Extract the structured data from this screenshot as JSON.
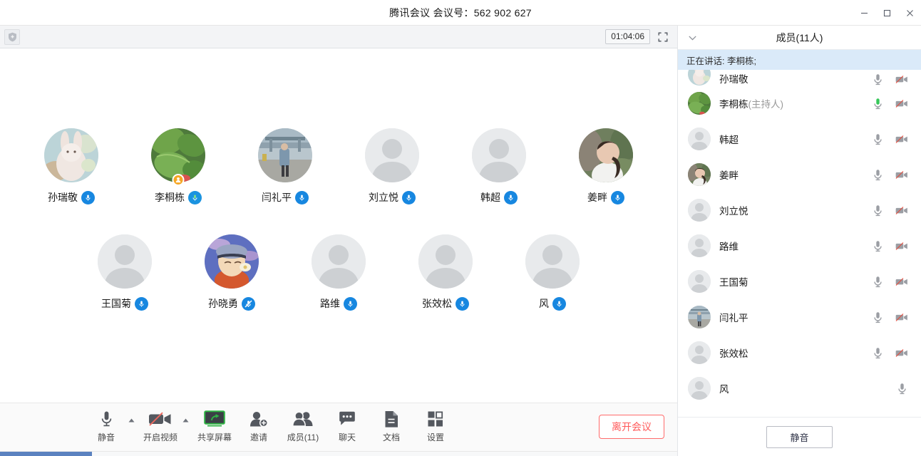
{
  "window": {
    "title": "腾讯会议 会议号：562 902 627",
    "minimize_label": "最小化",
    "maximize_label": "最大化",
    "close_label": "关闭"
  },
  "topbar": {
    "shield_icon": "shield-plus-icon",
    "timer": "01:04:06",
    "fullscreen_icon": "fullscreen-icon"
  },
  "stage": {
    "rows": [
      [
        {
          "name": "孙瑞敬",
          "avatar": "photo-bunny",
          "mic": "on",
          "host": false
        },
        {
          "name": "李桐栋",
          "avatar": "photo-plant",
          "mic": "on",
          "host": true
        },
        {
          "name": "闫礼平",
          "avatar": "photo-man-street",
          "mic": "on",
          "host": false
        },
        {
          "name": "刘立悦",
          "avatar": "default-person",
          "mic": "on",
          "host": false
        },
        {
          "name": "韩超",
          "avatar": "default-person",
          "mic": "on",
          "host": false
        },
        {
          "name": "姜畔",
          "avatar": "photo-girl",
          "mic": "on",
          "host": false
        }
      ],
      [
        {
          "name": "王国菊",
          "avatar": "default-person",
          "mic": "on",
          "host": false
        },
        {
          "name": "孙晓勇",
          "avatar": "photo-cartoon",
          "mic": "muted",
          "host": false
        },
        {
          "name": "路维",
          "avatar": "default-person",
          "mic": "on",
          "host": false
        },
        {
          "name": "张效松",
          "avatar": "default-person",
          "mic": "on",
          "host": false
        },
        {
          "name": "风",
          "avatar": "default-person",
          "mic": "on",
          "host": false
        }
      ]
    ]
  },
  "toolbar": {
    "items": [
      {
        "label": "静音",
        "icon": "microphone-icon",
        "caret": true
      },
      {
        "label": "开启视频",
        "icon": "camera-off-icon",
        "caret": true
      },
      {
        "label": "共享屏幕",
        "icon": "share-screen-icon",
        "caret": false
      },
      {
        "label": "邀请",
        "icon": "invite-person-icon",
        "caret": false
      },
      {
        "label": "成员(11)",
        "icon": "participants-icon",
        "caret": false
      },
      {
        "label": "聊天",
        "icon": "chat-icon",
        "caret": false
      },
      {
        "label": "文档",
        "icon": "document-icon",
        "caret": false
      },
      {
        "label": "设置",
        "icon": "settings-grid-icon",
        "caret": false
      }
    ],
    "leave_label": "离开会议"
  },
  "panel": {
    "title": "成员(11人)",
    "collapse_icon": "chevron-down-icon",
    "speaking": "正在讲话: 李桐栋;",
    "mute_all_label": "静音",
    "participants": [
      {
        "name": "孙瑞敬",
        "role": "",
        "avatar": "photo-bunny",
        "mic": "on",
        "camera": "off",
        "clipped": true
      },
      {
        "name": "李桐栋",
        "role": "(主持人)",
        "avatar": "photo-plant",
        "mic": "active",
        "camera": "off",
        "clipped": false
      },
      {
        "name": "韩超",
        "role": "",
        "avatar": "default-person",
        "mic": "on",
        "camera": "off",
        "clipped": false
      },
      {
        "name": "姜畔",
        "role": "",
        "avatar": "photo-girl",
        "mic": "on",
        "camera": "off",
        "clipped": false
      },
      {
        "name": "刘立悦",
        "role": "",
        "avatar": "default-person",
        "mic": "on",
        "camera": "off",
        "clipped": false
      },
      {
        "name": "路维",
        "role": "",
        "avatar": "default-person",
        "mic": "on",
        "camera": "off",
        "clipped": false
      },
      {
        "name": "王国菊",
        "role": "",
        "avatar": "default-person",
        "mic": "on",
        "camera": "off",
        "clipped": false
      },
      {
        "name": "闫礼平",
        "role": "",
        "avatar": "photo-man-street",
        "mic": "on",
        "camera": "off",
        "clipped": false
      },
      {
        "name": "张效松",
        "role": "",
        "avatar": "default-person",
        "mic": "on",
        "camera": "off",
        "clipped": false
      },
      {
        "name": "风",
        "role": "",
        "avatar": "default-person",
        "mic": "on",
        "camera": "none",
        "clipped": false
      }
    ]
  },
  "colors": {
    "accent_blue": "#1787e0",
    "host_orange": "#f5a623",
    "mic_active_green": "#37c75a",
    "camera_off_red": "#e84b3c",
    "leave_red": "#ff5a5a",
    "speaking_bg": "#daeaf9",
    "share_green": "#2fb344",
    "taskbar_blue": "#5b82c0"
  }
}
